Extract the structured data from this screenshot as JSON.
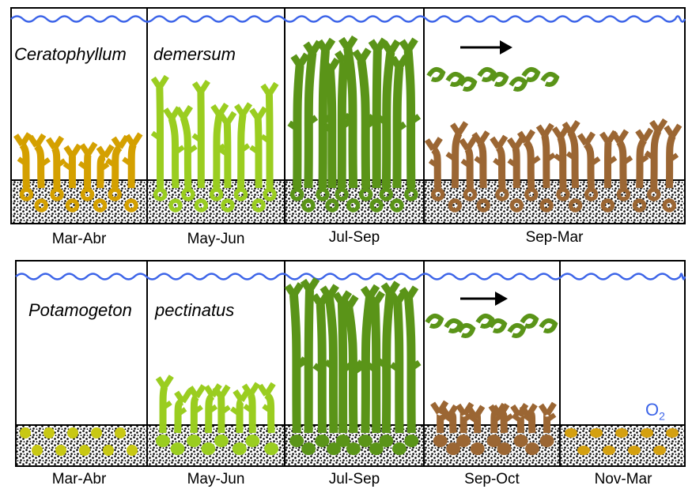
{
  "colors": {
    "water": "#3c64e8",
    "spring_yellow": "#d4a000",
    "light_green": "#9acd20",
    "dark_green": "#5a9418",
    "brown": "#9b6633",
    "yellow_green": "#c8c814",
    "orange_tuber": "#d4a010"
  },
  "top": {
    "species_genus": "Ceratophyllum",
    "species_epithet": "demersum",
    "periods": [
      "Mar-Abr",
      "May-Jun",
      "Jul-Sep",
      "Sep-Mar"
    ]
  },
  "bottom": {
    "species_genus": "Potamogeton",
    "species_epithet": "pectinatus",
    "periods": [
      "Mar-Abr",
      "May-Jun",
      "Jul-Sep",
      "Sep-Oct",
      "Nov-Mar"
    ],
    "oxygen_label": "O",
    "oxygen_subscript": "2"
  }
}
